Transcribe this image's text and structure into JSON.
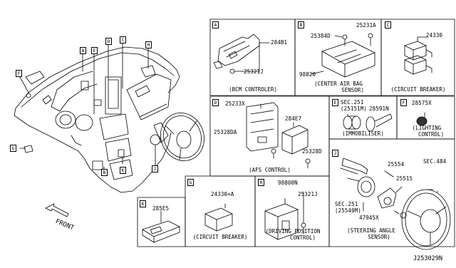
{
  "overview": {
    "callouts": [
      "A",
      "B",
      "C",
      "D",
      "E",
      "F",
      "G",
      "H",
      "J",
      "K"
    ],
    "front_label": "FRONT"
  },
  "panels": {
    "A": {
      "tag": "A",
      "parts": [
        "284B1",
        "25321J"
      ],
      "caption": "(BCM CONTROLER)"
    },
    "B": {
      "tag": "B",
      "parts": [
        "25231A",
        "25384D",
        "98820"
      ],
      "caption_line1": "(CENTER AIR BAG",
      "caption_line2": "SENSOR)"
    },
    "C": {
      "tag": "C",
      "parts": [
        "24330"
      ],
      "caption": "(CIRCUIT BREAKER)"
    },
    "D": {
      "tag": "D",
      "parts": [
        "25233X",
        "284E7",
        "25328DA",
        "25328D"
      ],
      "caption": "(AFS CONTROL)"
    },
    "E": {
      "tag": "E",
      "parts": [
        "SEC.251",
        "(25151M)",
        "28591N"
      ],
      "caption": "(IMMOBILISER)"
    },
    "F": {
      "tag": "F",
      "parts": [
        "28575X"
      ],
      "caption_line1": "(LIGHTING",
      "caption_line2": "CONTROL)"
    },
    "G": {
      "tag": "G",
      "parts": [
        "24330+A"
      ],
      "caption": "(CIRCUIT BREAKER)"
    },
    "H": {
      "tag": "H",
      "parts": [
        "98800N",
        "25321J"
      ],
      "caption_line1": "(DRIVING POSITION",
      "caption_line2": "CONTROL)"
    },
    "J": {
      "tag": "J",
      "parts": [
        "25554",
        "SEC.484",
        "25515",
        "SEC.251",
        "(25540M)",
        "47945X"
      ],
      "caption_line1": "(STEERING ANGLE",
      "caption_line2": "SENSOR)"
    },
    "K": {
      "tag": "K",
      "parts": [
        "285E5"
      ]
    }
  },
  "diagram_id": "J253029N"
}
